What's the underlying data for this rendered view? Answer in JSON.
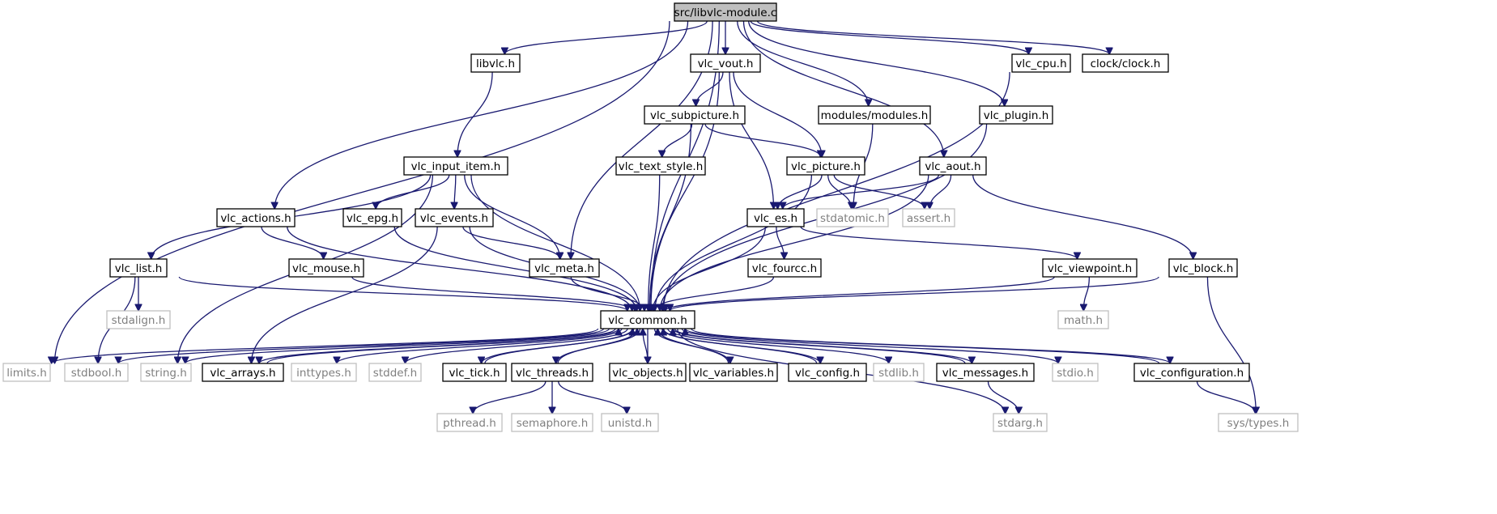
{
  "diagram": {
    "title": "",
    "colors": {
      "edge": "#191970",
      "root_fill": "#bfbfbf",
      "node_border": "#000000",
      "external_border": "#bfbfbf",
      "external_text": "#7f7f7f"
    },
    "nodes": [
      {
        "id": "root",
        "label": "src/libvlc-module.c",
        "kind": "root"
      },
      {
        "id": "limits",
        "label": "limits.h",
        "kind": "external"
      },
      {
        "id": "vlc_common",
        "label": "vlc_common.h",
        "kind": "header"
      },
      {
        "id": "vlc_actions",
        "label": "vlc_actions.h",
        "kind": "header"
      },
      {
        "id": "libvlc",
        "label": "libvlc.h",
        "kind": "header"
      },
      {
        "id": "vlc_meta",
        "label": "vlc_meta.h",
        "kind": "header"
      },
      {
        "id": "vlc_vout",
        "label": "vlc_vout.h",
        "kind": "header"
      },
      {
        "id": "modules",
        "label": "modules/modules.h",
        "kind": "header"
      },
      {
        "id": "vlc_aout",
        "label": "vlc_aout.h",
        "kind": "header"
      },
      {
        "id": "vlc_plugin",
        "label": "vlc_plugin.h",
        "kind": "header"
      },
      {
        "id": "vlc_cpu",
        "label": "vlc_cpu.h",
        "kind": "header"
      },
      {
        "id": "clock",
        "label": "clock/clock.h",
        "kind": "header"
      },
      {
        "id": "vlc_input_item",
        "label": "vlc_input_item.h",
        "kind": "header"
      },
      {
        "id": "vlc_subpicture",
        "label": "vlc_subpicture.h",
        "kind": "header"
      },
      {
        "id": "vlc_text_style",
        "label": "vlc_text_style.h",
        "kind": "header"
      },
      {
        "id": "vlc_picture",
        "label": "vlc_picture.h",
        "kind": "header"
      },
      {
        "id": "vlc_es",
        "label": "vlc_es.h",
        "kind": "header"
      },
      {
        "id": "stdatomic",
        "label": "stdatomic.h",
        "kind": "external"
      },
      {
        "id": "assert",
        "label": "assert.h",
        "kind": "external"
      },
      {
        "id": "vlc_epg",
        "label": "vlc_epg.h",
        "kind": "header"
      },
      {
        "id": "vlc_events",
        "label": "vlc_events.h",
        "kind": "header"
      },
      {
        "id": "vlc_list",
        "label": "vlc_list.h",
        "kind": "header"
      },
      {
        "id": "vlc_mouse",
        "label": "vlc_mouse.h",
        "kind": "header"
      },
      {
        "id": "vlc_fourcc",
        "label": "vlc_fourcc.h",
        "kind": "header"
      },
      {
        "id": "vlc_viewpoint",
        "label": "vlc_viewpoint.h",
        "kind": "header"
      },
      {
        "id": "vlc_block",
        "label": "vlc_block.h",
        "kind": "header"
      },
      {
        "id": "stdalign",
        "label": "stdalign.h",
        "kind": "external"
      },
      {
        "id": "math",
        "label": "math.h",
        "kind": "external"
      },
      {
        "id": "stdbool",
        "label": "stdbool.h",
        "kind": "external"
      },
      {
        "id": "string",
        "label": "string.h",
        "kind": "external"
      },
      {
        "id": "vlc_arrays",
        "label": "vlc_arrays.h",
        "kind": "header"
      },
      {
        "id": "inttypes",
        "label": "inttypes.h",
        "kind": "external"
      },
      {
        "id": "stddef",
        "label": "stddef.h",
        "kind": "external"
      },
      {
        "id": "vlc_tick",
        "label": "vlc_tick.h",
        "kind": "header"
      },
      {
        "id": "vlc_threads",
        "label": "vlc_threads.h",
        "kind": "header"
      },
      {
        "id": "vlc_objects",
        "label": "vlc_objects.h",
        "kind": "header"
      },
      {
        "id": "vlc_variables",
        "label": "vlc_variables.h",
        "kind": "header"
      },
      {
        "id": "vlc_config",
        "label": "vlc_config.h",
        "kind": "header"
      },
      {
        "id": "stdlib",
        "label": "stdlib.h",
        "kind": "external"
      },
      {
        "id": "vlc_messages",
        "label": "vlc_messages.h",
        "kind": "header"
      },
      {
        "id": "stdio",
        "label": "stdio.h",
        "kind": "external"
      },
      {
        "id": "vlc_configuration",
        "label": "vlc_configuration.h",
        "kind": "header"
      },
      {
        "id": "pthread",
        "label": "pthread.h",
        "kind": "external"
      },
      {
        "id": "semaphore",
        "label": "semaphore.h",
        "kind": "external"
      },
      {
        "id": "unistd",
        "label": "unistd.h",
        "kind": "external"
      },
      {
        "id": "stdarg",
        "label": "stdarg.h",
        "kind": "external"
      },
      {
        "id": "sys_types",
        "label": "sys/types.h",
        "kind": "external"
      }
    ],
    "edges": [
      [
        "root",
        "limits"
      ],
      [
        "root",
        "vlc_common"
      ],
      [
        "root",
        "vlc_actions"
      ],
      [
        "root",
        "libvlc"
      ],
      [
        "root",
        "vlc_meta"
      ],
      [
        "root",
        "vlc_vout"
      ],
      [
        "root",
        "modules"
      ],
      [
        "root",
        "vlc_aout"
      ],
      [
        "root",
        "vlc_plugin"
      ],
      [
        "root",
        "vlc_cpu"
      ],
      [
        "root",
        "clock"
      ],
      [
        "libvlc",
        "vlc_input_item"
      ],
      [
        "vlc_input_item",
        "vlc_list"
      ],
      [
        "vlc_input_item",
        "string"
      ],
      [
        "vlc_input_item",
        "vlc_epg"
      ],
      [
        "vlc_input_item",
        "vlc_events"
      ],
      [
        "vlc_input_item",
        "vlc_meta"
      ],
      [
        "vlc_input_item",
        "vlc_common"
      ],
      [
        "vlc_vout",
        "vlc_subpicture"
      ],
      [
        "vlc_vout",
        "vlc_picture"
      ],
      [
        "vlc_vout",
        "vlc_es"
      ],
      [
        "vlc_vout",
        "vlc_common"
      ],
      [
        "vlc_subpicture",
        "vlc_text_style"
      ],
      [
        "vlc_subpicture",
        "vlc_picture"
      ],
      [
        "vlc_subpicture",
        "vlc_common"
      ],
      [
        "vlc_text_style",
        "vlc_common"
      ],
      [
        "vlc_picture",
        "vlc_es"
      ],
      [
        "vlc_picture",
        "stdatomic"
      ],
      [
        "vlc_picture",
        "assert"
      ],
      [
        "vlc_picture",
        "vlc_common"
      ],
      [
        "modules",
        "stdatomic"
      ],
      [
        "vlc_aout",
        "vlc_es"
      ],
      [
        "vlc_aout",
        "assert"
      ],
      [
        "vlc_aout",
        "vlc_block"
      ],
      [
        "vlc_aout",
        "vlc_common"
      ],
      [
        "vlc_plugin",
        "vlc_common"
      ],
      [
        "vlc_cpu",
        "vlc_common"
      ],
      [
        "vlc_actions",
        "vlc_mouse"
      ],
      [
        "vlc_actions",
        "vlc_common"
      ],
      [
        "vlc_epg",
        "vlc_common"
      ],
      [
        "vlc_events",
        "vlc_arrays"
      ],
      [
        "vlc_events",
        "vlc_meta"
      ],
      [
        "vlc_events",
        "vlc_common"
      ],
      [
        "vlc_list",
        "stdalign"
      ],
      [
        "vlc_list",
        "stdbool"
      ],
      [
        "vlc_list",
        "vlc_common"
      ],
      [
        "vlc_mouse",
        "vlc_common"
      ],
      [
        "vlc_meta",
        "vlc_common"
      ],
      [
        "vlc_es",
        "vlc_fourcc"
      ],
      [
        "vlc_es",
        "vlc_viewpoint"
      ],
      [
        "vlc_es",
        "vlc_common"
      ],
      [
        "vlc_fourcc",
        "vlc_common"
      ],
      [
        "vlc_viewpoint",
        "math"
      ],
      [
        "vlc_viewpoint",
        "vlc_common"
      ],
      [
        "vlc_block",
        "sys_types"
      ],
      [
        "vlc_block",
        "vlc_common"
      ],
      [
        "vlc_common",
        "limits"
      ],
      [
        "vlc_common",
        "stdbool"
      ],
      [
        "vlc_common",
        "string"
      ],
      [
        "vlc_common",
        "vlc_arrays"
      ],
      [
        "vlc_common",
        "inttypes"
      ],
      [
        "vlc_common",
        "stddef"
      ],
      [
        "vlc_common",
        "vlc_tick"
      ],
      [
        "vlc_common",
        "vlc_threads"
      ],
      [
        "vlc_common",
        "vlc_objects"
      ],
      [
        "vlc_common",
        "vlc_variables"
      ],
      [
        "vlc_common",
        "vlc_config"
      ],
      [
        "vlc_common",
        "stdlib"
      ],
      [
        "vlc_common",
        "vlc_messages"
      ],
      [
        "vlc_common",
        "stdio"
      ],
      [
        "vlc_common",
        "vlc_configuration"
      ],
      [
        "vlc_common",
        "stdarg"
      ],
      [
        "vlc_arrays",
        "vlc_common"
      ],
      [
        "vlc_tick",
        "vlc_common"
      ],
      [
        "vlc_threads",
        "vlc_common"
      ],
      [
        "vlc_objects",
        "vlc_common"
      ],
      [
        "vlc_variables",
        "vlc_common"
      ],
      [
        "vlc_config",
        "vlc_common"
      ],
      [
        "vlc_messages",
        "vlc_common"
      ],
      [
        "vlc_configuration",
        "vlc_common"
      ],
      [
        "vlc_threads",
        "pthread"
      ],
      [
        "vlc_threads",
        "semaphore"
      ],
      [
        "vlc_threads",
        "unistd"
      ],
      [
        "vlc_messages",
        "stdarg"
      ],
      [
        "vlc_configuration",
        "sys_types"
      ]
    ]
  }
}
